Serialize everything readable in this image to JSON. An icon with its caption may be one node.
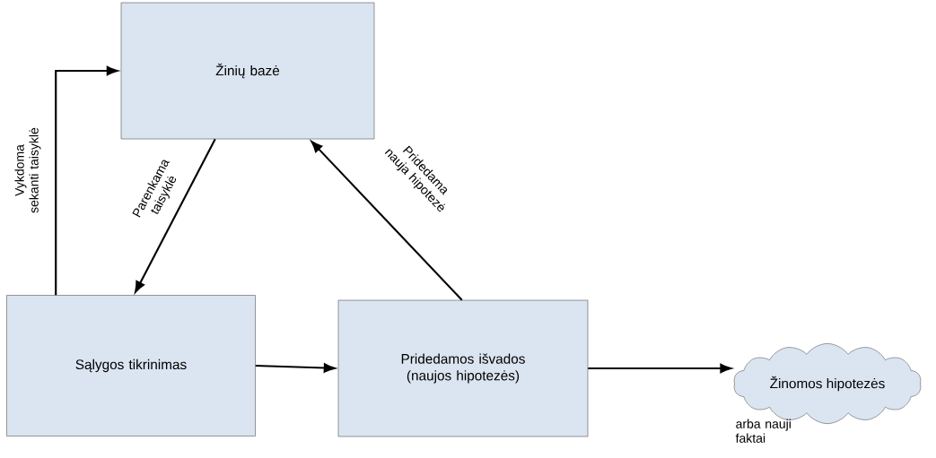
{
  "diagram": {
    "nodes": [
      {
        "text": [
          "Žinių bazė"
        ]
      },
      {
        "text": [
          "Sąlygos tikrinimas"
        ]
      },
      {
        "text": [
          "Pridedamos išvados (naujos hipotezės)"
        ]
      },
      {
        "text": [
          "Žinomos hipotezės"
        ],
        "beside": [
          "arba nauji faktai"
        ]
      }
    ],
    "edges": [
      {
        "from": 1,
        "to": 0,
        "arrow": "to",
        "label": "Vykdoma sekanti taisyklė"
      },
      {
        "from": 0,
        "to": 1,
        "arrow": "to",
        "label": "Parenkama taisyklė"
      },
      {
        "from": 2,
        "to": 0,
        "arrow": "to",
        "label": "Pridedama nauja hipotezė"
      },
      {
        "from": 1,
        "to": 2,
        "arrow": "to"
      },
      {
        "from": 2,
        "to": 3,
        "arrow": "to"
      }
    ]
  }
}
